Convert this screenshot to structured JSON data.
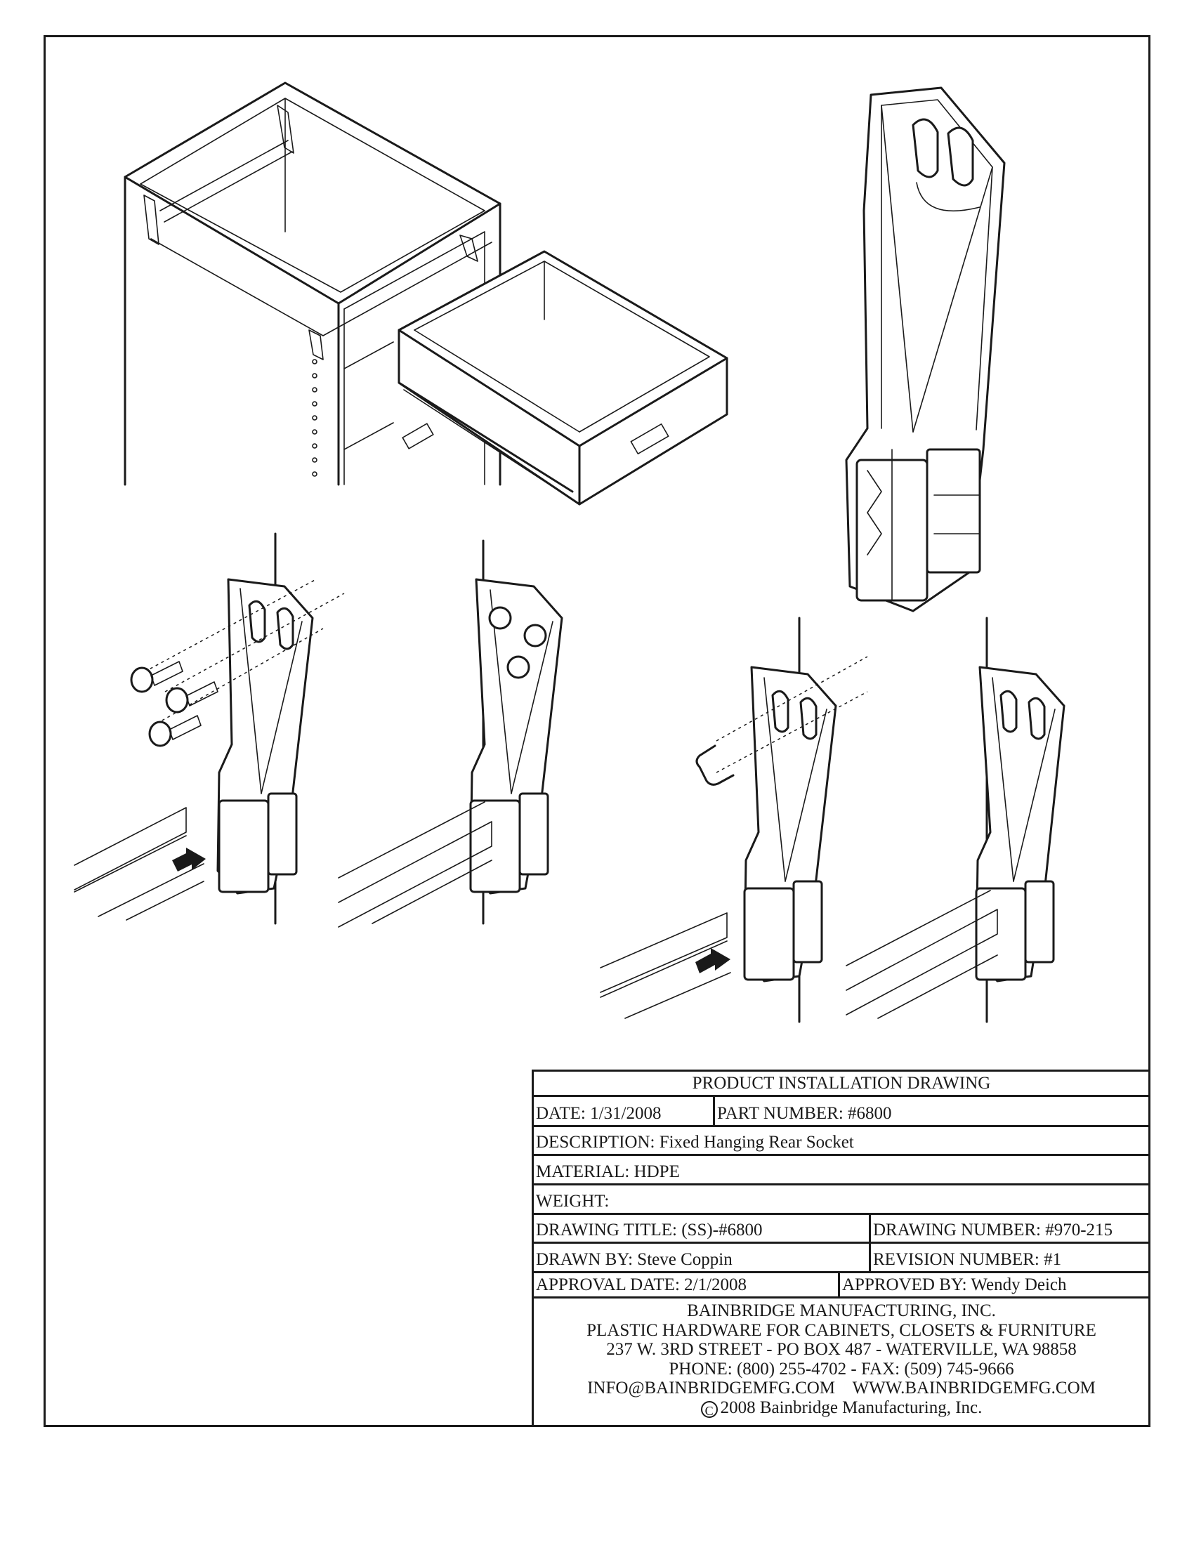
{
  "title_block": {
    "heading": "PRODUCT INSTALLATION DRAWING",
    "date": "DATE: 1/31/2008",
    "part_number": "PART NUMBER: #6800",
    "description": "DESCRIPTION: Fixed Hanging Rear Socket",
    "material": "MATERIAL: HDPE",
    "weight": "WEIGHT:",
    "drawing_title": "DRAWING TITLE: (SS)-#6800",
    "drawing_number": "DRAWING NUMBER: #970-215",
    "drawn_by": "DRAWN BY: Steve Coppin",
    "revision_number": "REVISION NUMBER: #1",
    "approval_date": "APPROVAL DATE: 2/1/2008",
    "approved_by": "APPROVED BY: Wendy Deich"
  },
  "company": {
    "name": "BAINBRIDGE MANUFACTURING, INC.",
    "tagline": "PLASTIC HARDWARE FOR CABINETS, CLOSETS & FURNITURE",
    "address": "237 W. 3RD STREET - PO BOX 487 - WATERVILLE, WA 98858",
    "phone_fax": "PHONE: (800) 255-4702 - FAX: (509) 745-9666",
    "email_web": "INFO@BAINBRIDGEMFG.COM    WWW.BAINBRIDGEMFG.COM",
    "copyright_symbol": "C",
    "copyright": "2008 Bainbridge Manufacturing, Inc."
  }
}
